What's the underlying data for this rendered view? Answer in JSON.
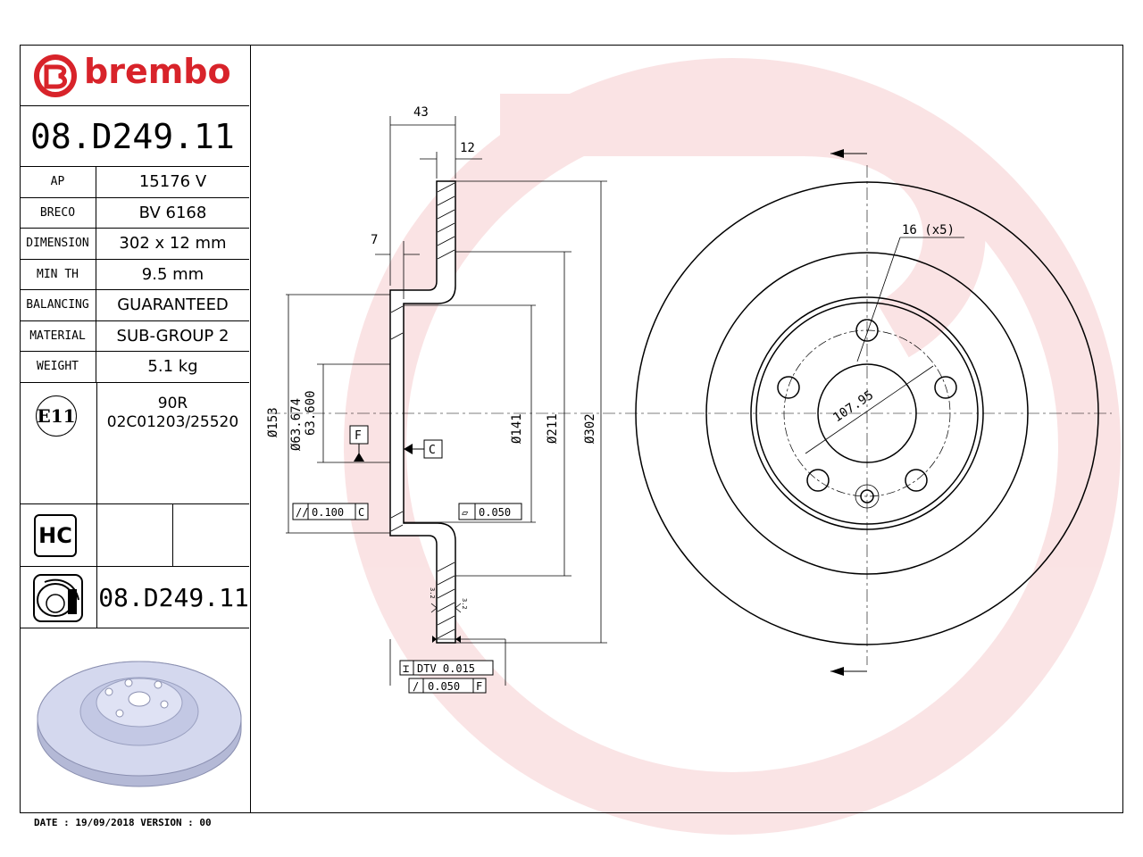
{
  "brand": {
    "name": "brembo",
    "color": "#d8232a"
  },
  "part_number": "08.D249.11",
  "specs": [
    {
      "key": "AP",
      "value": "15176 V"
    },
    {
      "key": "BRECO",
      "value": "BV 6168"
    },
    {
      "key": "DIMENSION",
      "value": "302 x 12 mm"
    },
    {
      "key": "MIN TH",
      "value": "9.5 mm"
    },
    {
      "key": "BALANCING",
      "value": "GUARANTEED"
    },
    {
      "key": "MATERIAL",
      "value": "SUB-GROUP 2"
    },
    {
      "key": "WEIGHT",
      "value": "5.1 kg"
    }
  ],
  "certification": {
    "badge": "E11",
    "line1": "90R",
    "line2": "02C01203/25520"
  },
  "hc_badge": "HC",
  "icon_row_part": "08.D249.11",
  "footer": "DATE : 19/09/2018 VERSION : 00",
  "dimensions": {
    "width_total": "43",
    "thickness": "12",
    "hat_offset": "7",
    "d153": "Ø153",
    "d63674": "Ø63.674",
    "d63600": "63.600",
    "d141": "Ø141",
    "d211": "Ø211",
    "d302": "Ø302",
    "bolt_holes": "16 (x5)",
    "pcd": "107.95",
    "datum_f": "F",
    "datum_c": "C",
    "tol_parallel": "0.100",
    "tol_parallel_ref": "C",
    "tol_flat": "0.050",
    "dtv": "DTV 0.015",
    "runout": "0.050",
    "runout_ref": "F",
    "surface_a": "3.2",
    "surface_b": "3.2"
  },
  "icons": [
    "brembo-logo-icon",
    "e11-badge-icon",
    "hc-badge-icon",
    "disc-profile-icon",
    "disc-3d-render-icon"
  ]
}
